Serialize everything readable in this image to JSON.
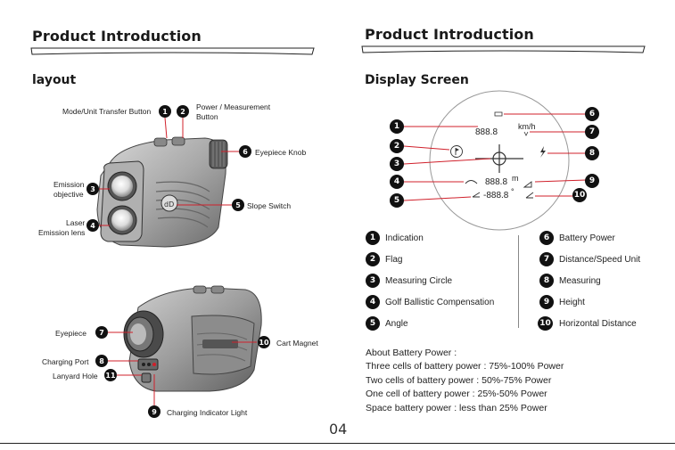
{
  "left": {
    "title": "Product Introduction",
    "section": "layout",
    "callouts_top": {
      "mode_button": "Mode/Unit Transfer Button",
      "power_button_line1": "Power / Measurement",
      "power_button_line2": "Button",
      "eyepiece_knob": "Eyepiece Knob",
      "emission_objective_line1": "Emission",
      "emission_objective_line2": "objective",
      "slope_switch": "Slope Switch",
      "laser_line1": "Laser",
      "laser_line2": "Emission lens"
    },
    "callouts_bottom": {
      "eyepiece": "Eyepiece",
      "charging_port": "Charging Port",
      "lanyard_hole": "Lanyard Hole",
      "cart_magnet": "Cart Magnet",
      "charging_light": "Charging Indicator Light"
    },
    "numbers": [
      "1",
      "2",
      "3",
      "4",
      "5",
      "6",
      "7",
      "8",
      "9",
      "10",
      "11"
    ]
  },
  "right": {
    "title": "Product Introduction",
    "section": "Display Screen",
    "display": {
      "distance_top": "888.8",
      "unit_speed": "km/h",
      "distance_mid": "888.8",
      "unit_m": "m",
      "angle": "-888.8",
      "degree": "°"
    },
    "legend": [
      {
        "n": "1",
        "label": "Indication"
      },
      {
        "n": "2",
        "label": "Flag"
      },
      {
        "n": "3",
        "label": "Measuring Circle"
      },
      {
        "n": "4",
        "label": "Golf Ballistic Compensation"
      },
      {
        "n": "5",
        "label": "Angle"
      },
      {
        "n": "6",
        "label": "Battery Power"
      },
      {
        "n": "7",
        "label": "Distance/Speed Unit"
      },
      {
        "n": "8",
        "label": "Measuring"
      },
      {
        "n": "9",
        "label": "Height"
      },
      {
        "n": "10",
        "label": "Horizontal Distance"
      }
    ],
    "battery": {
      "heading": "About Battery Power :",
      "lines": [
        "Three cells of battery power : 75%-100% Power",
        "Two cells of battery power : 50%-75% Power",
        "One cell of battery power : 25%-50% Power",
        "Space battery power : less than 25% Power"
      ]
    }
  },
  "page_number": "04",
  "colors": {
    "callout_red": "#d0202b",
    "badge": "#111111"
  }
}
